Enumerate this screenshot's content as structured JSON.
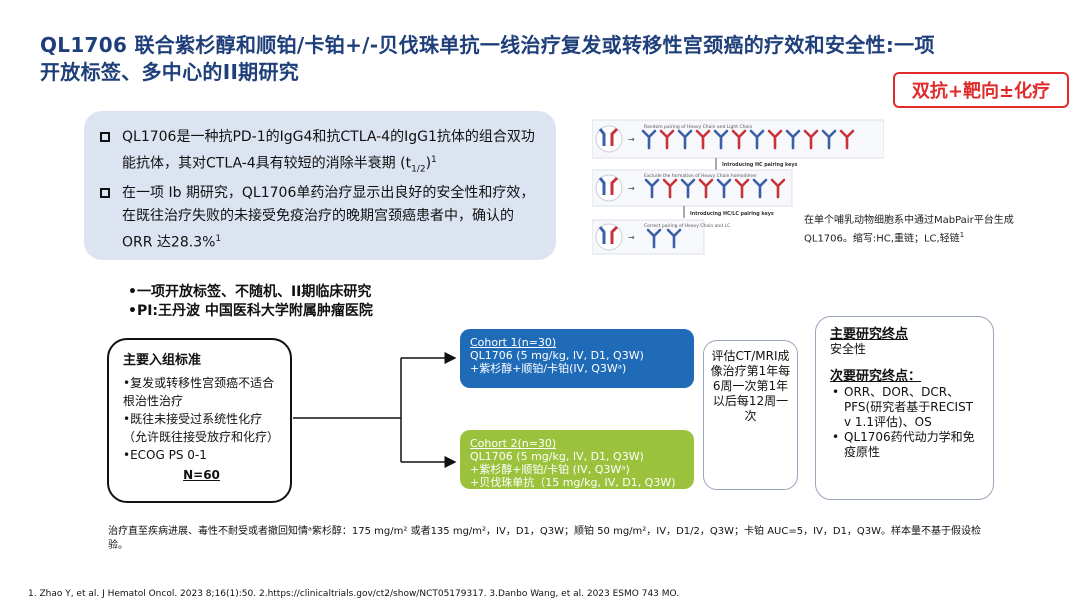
{
  "title": "QL1706 联合紫杉醇和顺铂/卡铂+/-贝伐珠单抗一线治疗复发或转移性宫颈癌的疗效和安全性:一项开放标签、多中心的II期研究",
  "tag": "双抗+靶向±化疗",
  "intro": {
    "bullet1": "QL1706是一种抗PD-1的IgG4和抗CTLA-4的IgG1抗体的组合双功能抗体，其对CTLA-4具有较短的消除半衰期 (t",
    "bullet1_sub": "1/2",
    "bullet1_end": ")",
    "bullet1_ref": "1",
    "bullet2": "在一项 Ib 期研究，QL1706单药治疗显示出良好的安全性和疗效，在既往治疗失败的未接受免疫治疗的晚期宫颈癌患者中，确认的ORR 达28.3%",
    "bullet2_ref": "1"
  },
  "figure": {
    "row1_label": "Random pairing of Heavy Chain and Light Chain",
    "arrow1_label": "Introducing HC pairing keys",
    "row2_label": "Exclude the formation of Heavy Chain homodimer",
    "arrow2_label": "Introducing HC/LC pairing keys",
    "row3_label": "Correct pairing of Heavy Chain and LC",
    "caption": "在单个哺乳动物细胞系中通过MabPair平台生成QL1706。缩写:HC,重链；LC,轻链",
    "caption_ref": "1"
  },
  "design": {
    "line1": "•一项开放标签、不随机、II期临床研究",
    "line2": "•PI:王丹波  中国医科大学附属肿瘤医院"
  },
  "criteria": {
    "heading": "主要入组标准",
    "items": [
      "•复发或转移性宫颈癌不适合根治性治疗",
      "•既往未接受过系统性化疗（允许既往接受放疗和化疗）",
      "•ECOG PS 0-1"
    ],
    "n": "N=60"
  },
  "cohort1": {
    "title": "Cohort 1(n=30)",
    "line1": "QL1706 (5 mg/kg, IV, D1, Q3W)",
    "line2": "+紫杉醇+顺铂/卡铂(IV,  Q3Wᵃ)"
  },
  "cohort2": {
    "title": "Cohort 2(n=30)",
    "line1": "QL1706 (5 mg/kg, IV, D1, Q3W)",
    "line2": "+紫杉醇+顺铂/卡铂  (IV, Q3Wᵃ)",
    "line3": "+贝伐珠单抗（15 mg/kg, IV, D1, Q3W)"
  },
  "evaluation": "评估CT/MRI成像治疗第1年每6周一次第1年以后每12周一次",
  "endpoints": {
    "primary_heading": "主要研究终点",
    "primary": "安全性",
    "secondary_heading": "次要研究终点：",
    "secondary": [
      "ORR、DOR、DCR、PFS(研究者基于RECIST v 1.1评估)、OS",
      "QL1706药代动力学和免疫原性"
    ]
  },
  "footnote": "治疗直至疾病进展、毒性不耐受或者撤回知情ᵃ紫杉醇：175  mg/m² 或者135 mg/m²，IV，D1，Q3W；顺铂 50 mg/m²，IV，D1/2，Q3W；卡铂 AUC=5，IV，D1，Q3W。样本量不基于假设检验。",
  "references": "1. Zhao Y, et al. J Hematol Oncol. 2023 8;16(1):50.     2.https://clinicaltrials.gov/ct2/show/NCT05179317.     3.Danbo Wang, et al. 2023  ESMO 743 MO.",
  "colors": {
    "title": "#1f3f7a",
    "tag": "#e12b2b",
    "intro_bg": "#dde4f1",
    "cohort1": "#1f6bb8",
    "cohort2": "#9bc23c",
    "antibody_blue": "#3a5fa8",
    "antibody_red": "#c8323a"
  }
}
